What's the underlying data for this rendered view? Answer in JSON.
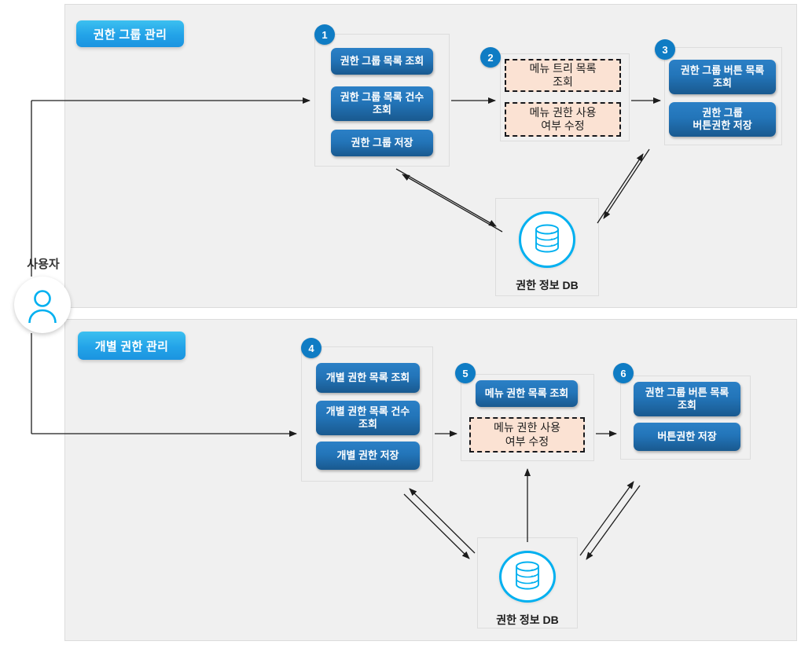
{
  "diagram": {
    "title_actor": "사용자",
    "colors": {
      "panel_bg": "#f0f0f0",
      "panel_border": "#dcdcdc",
      "pill_blue": "#23a3e8",
      "box_blue": "#2375b9",
      "dashed_box_bg": "#fbe2d3",
      "dashed_box_border": "#17181c",
      "badge_blue": "#0f7cc4",
      "db_accent": "#00b0f0",
      "arrow": "#1c1c1c"
    },
    "panels": [
      {
        "id": "panel-top",
        "pill_label": "권한 그룹 관리",
        "groups": [
          {
            "number": "1",
            "boxes": [
              {
                "type": "blue",
                "label": "권한 그룹 목록 조회"
              },
              {
                "type": "blue",
                "label": "권한 그룹 목록 건수\n조회"
              },
              {
                "type": "blue",
                "label": "권한 그룹 저장"
              }
            ]
          },
          {
            "number": "2",
            "boxes": [
              {
                "type": "dashed",
                "label": "메뉴 트리 목록\n조회"
              },
              {
                "type": "dashed",
                "label": "메뉴 권한 사용\n여부 수정"
              }
            ]
          },
          {
            "number": "3",
            "boxes": [
              {
                "type": "blue",
                "label": "권한 그룹 버튼 목록\n조회"
              },
              {
                "type": "blue",
                "label": "권한 그룹\n버튼권한 저장"
              }
            ]
          }
        ],
        "database": {
          "label": "권한 정보 DB",
          "icon": "database-icon"
        }
      },
      {
        "id": "panel-bottom",
        "pill_label": "개별 권한 관리",
        "groups": [
          {
            "number": "4",
            "boxes": [
              {
                "type": "blue",
                "label": "개별 권한 목록 조회"
              },
              {
                "type": "blue",
                "label": "개별 권한 목록 건수\n조회"
              },
              {
                "type": "blue",
                "label": "개별 권한 저장"
              }
            ]
          },
          {
            "number": "5",
            "boxes": [
              {
                "type": "blue",
                "label": "메뉴 권한 목록 조회"
              },
              {
                "type": "dashed",
                "label": "메뉴 권한 사용\n여부 수정"
              }
            ]
          },
          {
            "number": "6",
            "boxes": [
              {
                "type": "blue",
                "label": "권한 그룹 버튼 목록\n조회"
              },
              {
                "type": "blue",
                "label": "버튼권한 저장"
              }
            ]
          }
        ],
        "database": {
          "label": "권한 정보 DB",
          "icon": "database-icon"
        }
      }
    ],
    "actor": {
      "label": "사용자",
      "icon": "user-icon"
    }
  }
}
